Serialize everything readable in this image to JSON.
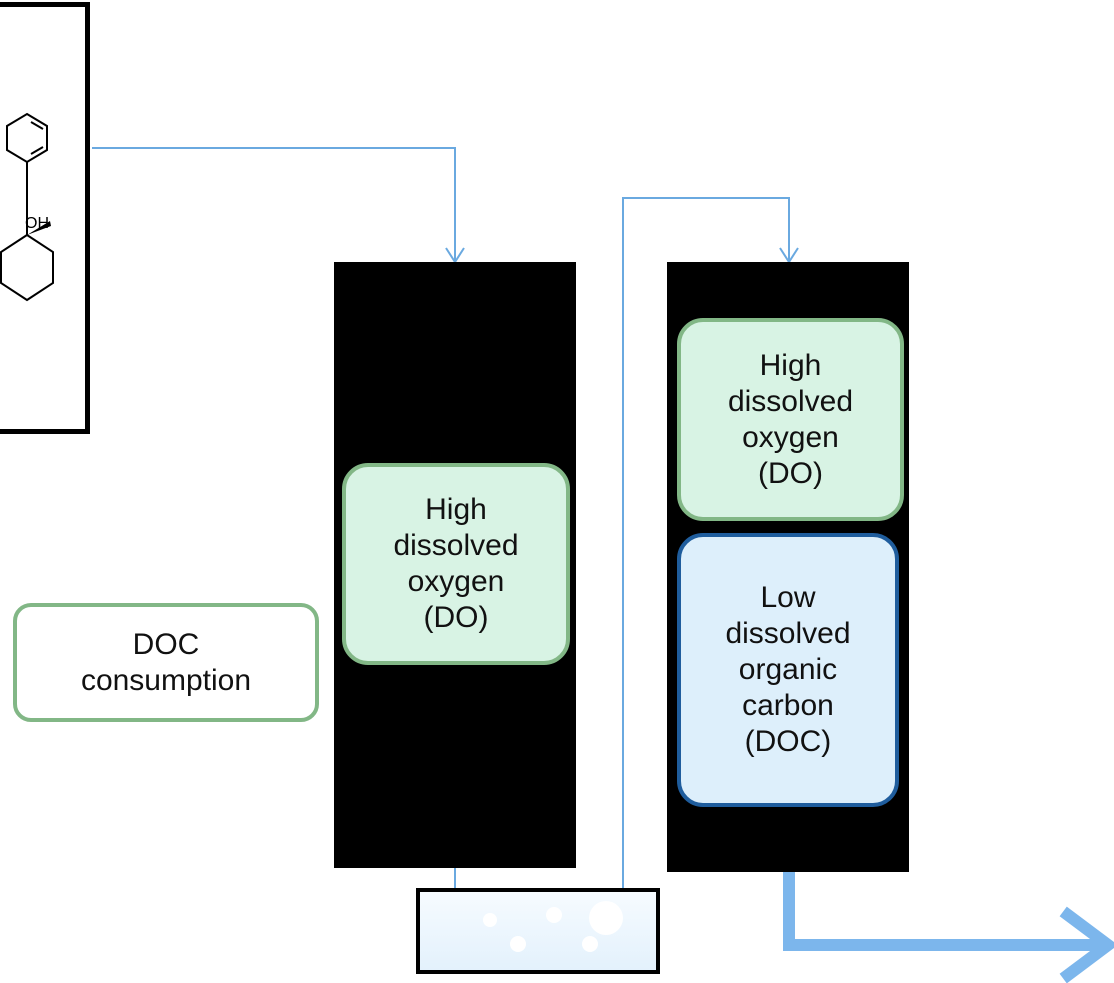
{
  "compound_label": "OH",
  "column1": {
    "do_box": "High\ndissolved\noxygen\n(DO)"
  },
  "column2": {
    "do_box": "High\ndissolved\noxygen\n(DO)",
    "doc_box": "Low\ndissolved\norganic\ncarbon\n(DOC)"
  },
  "doc_consumption_box": "DOC\nconsumption",
  "colors": {
    "flow_line": "#6aa9e0",
    "outflow_arrow": "#7cb6ec",
    "green_border": "#82b786",
    "green_fill": "#d8f3e4",
    "blue_border": "#1f5d9d",
    "blue_fill": "#ddeffb"
  }
}
